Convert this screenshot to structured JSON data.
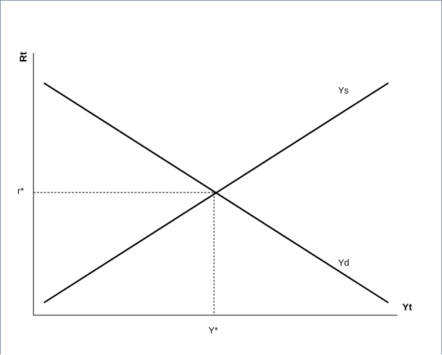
{
  "diagram": {
    "axes": {
      "x_label": "Yt",
      "y_label": "Rt"
    },
    "curves": [
      {
        "id": "supply",
        "label": "Ys",
        "direction": "upward-sloping"
      },
      {
        "id": "demand",
        "label": "Yd",
        "direction": "downward-sloping"
      }
    ],
    "equilibrium": {
      "x_label": "Y*",
      "y_label": "r*"
    },
    "colors": {
      "line": "#000000",
      "frame_border": "#7f8c9a",
      "background": "#ffffff"
    }
  }
}
